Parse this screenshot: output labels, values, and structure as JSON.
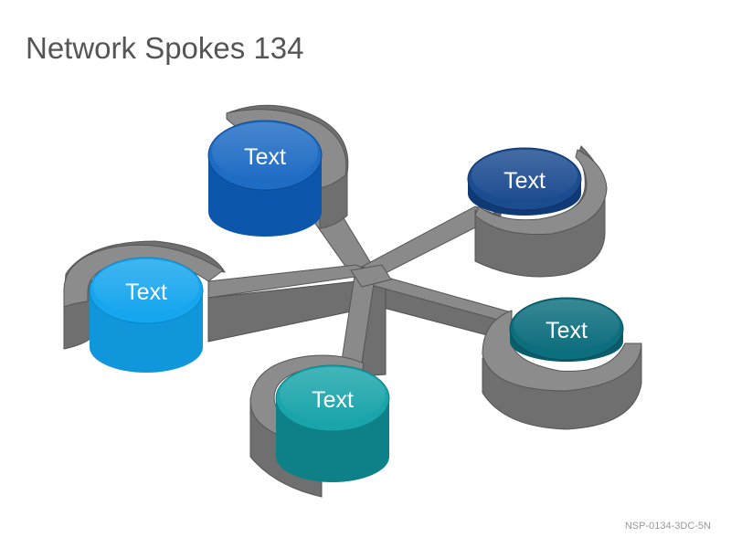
{
  "title": "Network Spokes 134",
  "code": "NSP-0134-3DC-5N",
  "nodes": [
    {
      "label": "Text",
      "color_top": "#1f6cc4",
      "color_side": "#0c56ab",
      "position": "top"
    },
    {
      "label": "Text",
      "color_top": "#1c4c90",
      "color_side": "#0f3a76",
      "position": "upper-right"
    },
    {
      "label": "Text",
      "color_top": "#16a6ee",
      "color_side": "#1096da",
      "position": "left"
    },
    {
      "label": "Text",
      "color_top": "#0d6e7e",
      "color_side": "#0a5d6b",
      "position": "right"
    },
    {
      "label": "Text",
      "color_top": "#1aa5ab",
      "color_side": "#0e8088",
      "position": "bottom"
    }
  ],
  "colors": {
    "structure_top": "#8c8c8c",
    "structure_side": "#6e6e6e",
    "structure_edge": "#555555"
  }
}
